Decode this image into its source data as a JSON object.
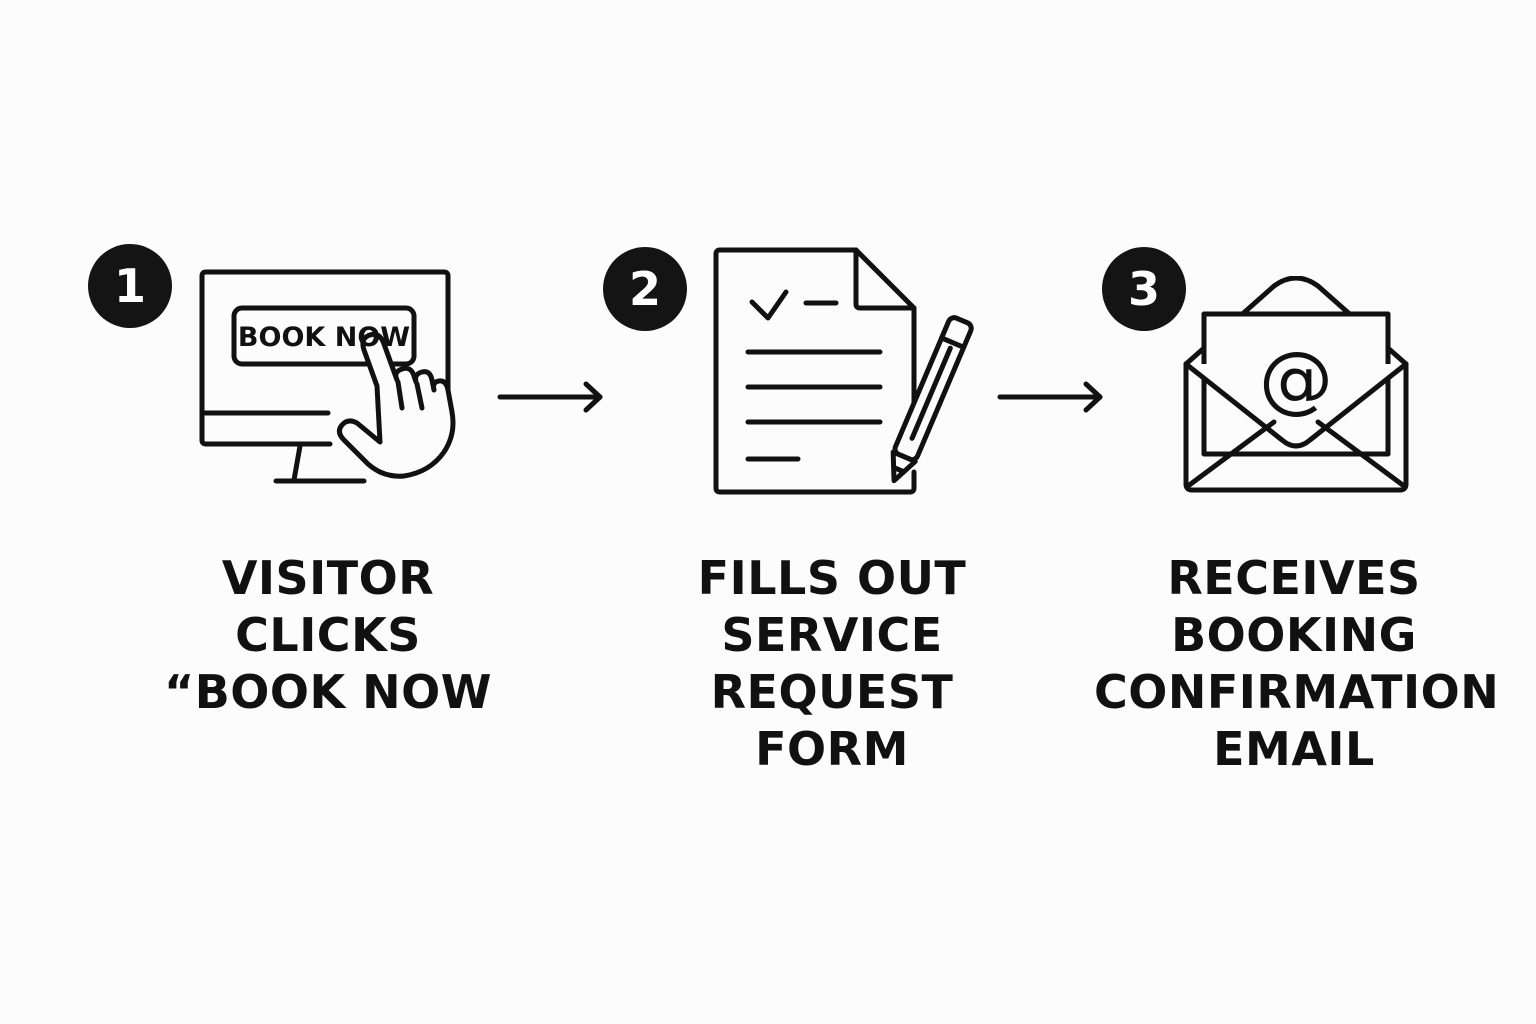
{
  "steps": [
    {
      "number": "1",
      "icon": "computer-click-icon",
      "button_label": "BOOK NOW",
      "caption_lines": [
        "VISITOR",
        "CLICKS",
        "“BOOK NOW"
      ]
    },
    {
      "number": "2",
      "icon": "form-pencil-icon",
      "caption_lines": [
        "FILLS OUT",
        "SERVICE",
        "REQUEST",
        "FORM"
      ]
    },
    {
      "number": "3",
      "icon": "email-envelope-icon",
      "symbol": "@",
      "caption_lines": [
        "RECEIVES",
        "BOOKING",
        "CONFIRMATION",
        "EMAIL"
      ]
    }
  ],
  "connectors": [
    "arrow-right-icon",
    "arrow-right-icon"
  ],
  "colors": {
    "background": "#fcfcfc",
    "ink": "#111111",
    "badge": "#141414",
    "badge_text": "#ffffff"
  }
}
